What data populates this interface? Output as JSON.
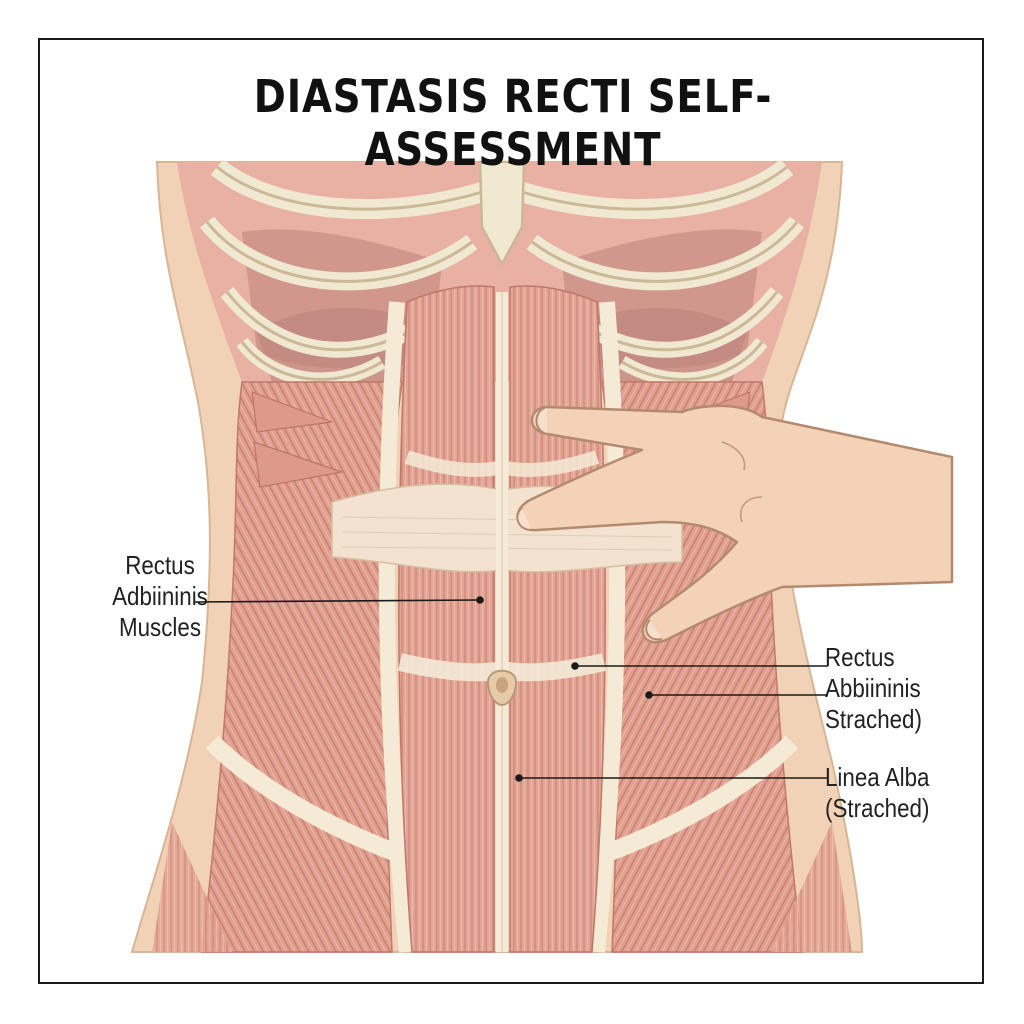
{
  "title": "DIASTASIS RECTI SELF-ASSESSMENT",
  "labels": {
    "left": {
      "line1": "Rectus",
      "line2": "Adbiininis",
      "line3": "Muscles"
    },
    "right1": {
      "line1": "Rectus",
      "line2": "Abbiininis",
      "line3": "Strached)"
    },
    "right2": {
      "line1": "Linea Alba",
      "line2": "(Strached)"
    }
  },
  "colors": {
    "muscle": "#e2a494",
    "muscle_dark": "#c97e6e",
    "bone": "#f1e8d2",
    "bone_outline": "#cbb896",
    "skin": "#f1d2b6",
    "tendon": "#f4ead6",
    "hand": "#f3d2b8"
  }
}
